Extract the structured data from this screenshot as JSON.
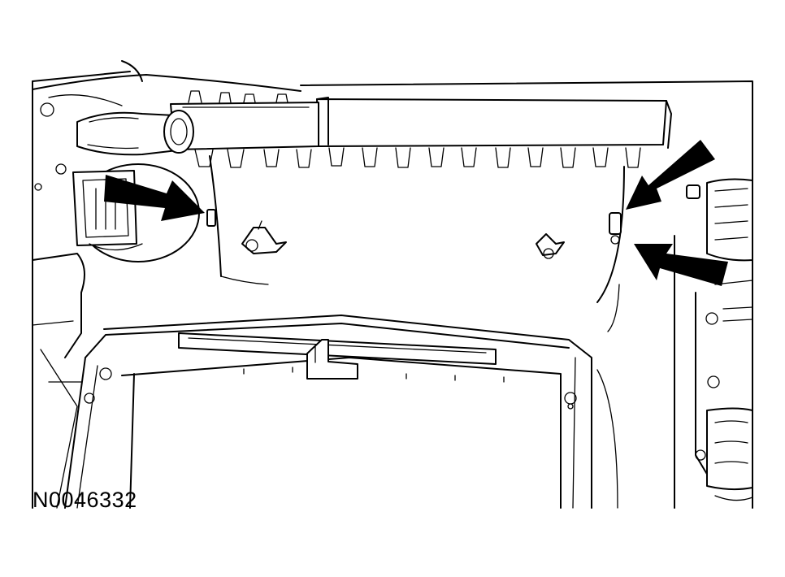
{
  "figure": {
    "label": "N0046332",
    "line_color": "#000000",
    "background_color": "#ffffff",
    "callouts": [
      {
        "name": "left-callout-arrow",
        "icon": "arrow-icon"
      },
      {
        "name": "right-upper-callout-arrow",
        "icon": "arrow-icon"
      },
      {
        "name": "right-lower-callout-arrow",
        "icon": "arrow-icon"
      }
    ]
  }
}
